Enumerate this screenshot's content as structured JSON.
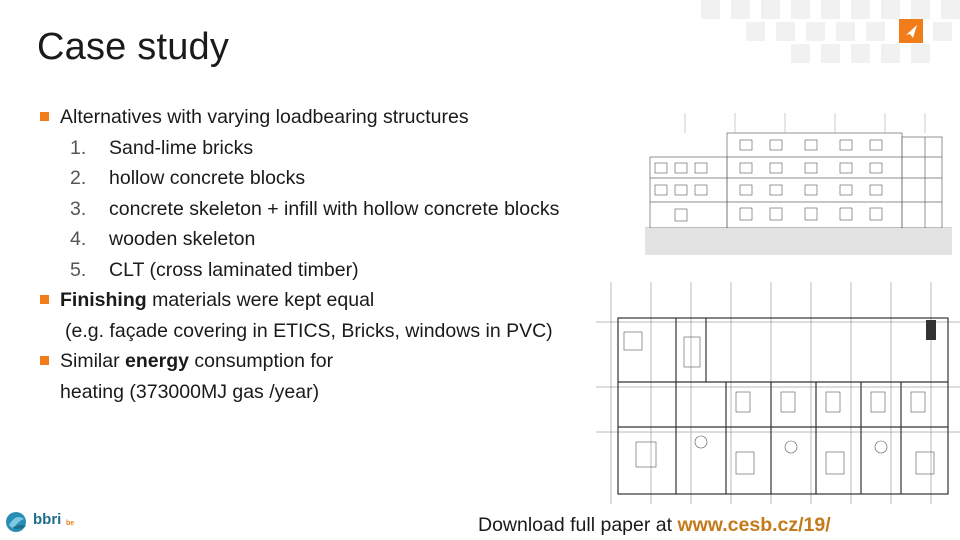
{
  "slide": {
    "title": "Case study",
    "bullets": [
      {
        "text": "Alternatives with varying loadbearing structures"
      },
      {
        "lead": "Finishing",
        "rest": " materials were kept equal",
        "line2": "(e.g. façade covering in ETICS, Bricks, windows in PVC)"
      },
      {
        "pre": "Similar ",
        "lead": "energy",
        "rest": " consumption for",
        "line2": "heating (373000MJ gas /year)"
      }
    ],
    "subitems": [
      {
        "num": "1.",
        "text": "Sand-lime bricks"
      },
      {
        "num": "2.",
        "text": "hollow concrete blocks"
      },
      {
        "num": "3.",
        "text": "concrete skeleton + infill with hollow concrete blocks"
      },
      {
        "num": "4.",
        "text": "wooden skeleton"
      },
      {
        "num": "5.",
        "text": "CLT (cross laminated timber)"
      }
    ],
    "download_prefix": "Download full paper at ",
    "download_link": "www.cesb.cz/19/",
    "logo_text": "bbri",
    "logo_suffix": "be"
  },
  "colors": {
    "accent": "#f07d1a",
    "link": "#c37a1b",
    "brand": "#1f6e8c"
  },
  "icons": {
    "accent": "arrow-icon",
    "logo": "bbri-logo-icon"
  }
}
